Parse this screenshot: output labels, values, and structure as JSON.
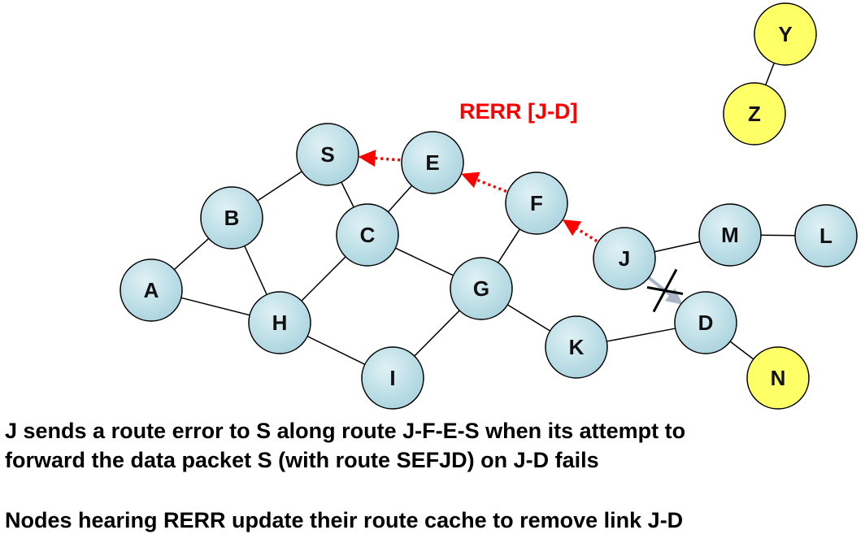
{
  "colors": {
    "node_fill": "#b8dde6",
    "node_stroke": "#000000",
    "special_fill": "#ffff66",
    "rerr": "#ff0000",
    "link": "#000000",
    "broken_link": "#a9b4c6"
  },
  "rerr_label": "RERR [J-D]",
  "nodes": [
    {
      "id": "S",
      "label": "S",
      "type": "regular"
    },
    {
      "id": "E",
      "label": "E",
      "type": "regular"
    },
    {
      "id": "B",
      "label": "B",
      "type": "regular"
    },
    {
      "id": "C",
      "label": "C",
      "type": "regular"
    },
    {
      "id": "F",
      "label": "F",
      "type": "regular"
    },
    {
      "id": "A",
      "label": "A",
      "type": "regular"
    },
    {
      "id": "H",
      "label": "H",
      "type": "regular"
    },
    {
      "id": "G",
      "label": "G",
      "type": "regular"
    },
    {
      "id": "I",
      "label": "I",
      "type": "regular"
    },
    {
      "id": "J",
      "label": "J",
      "type": "regular"
    },
    {
      "id": "M",
      "label": "M",
      "type": "regular"
    },
    {
      "id": "L",
      "label": "L",
      "type": "regular"
    },
    {
      "id": "K",
      "label": "K",
      "type": "regular"
    },
    {
      "id": "D",
      "label": "D",
      "type": "regular"
    },
    {
      "id": "N",
      "label": "N",
      "type": "special"
    },
    {
      "id": "Y",
      "label": "Y",
      "type": "special"
    },
    {
      "id": "Z",
      "label": "Z",
      "type": "special"
    }
  ],
  "links": [
    [
      "S",
      "B"
    ],
    [
      "S",
      "C"
    ],
    [
      "E",
      "C"
    ],
    [
      "B",
      "A"
    ],
    [
      "B",
      "H"
    ],
    [
      "C",
      "H"
    ],
    [
      "C",
      "G"
    ],
    [
      "A",
      "H"
    ],
    [
      "H",
      "I"
    ],
    [
      "I",
      "G"
    ],
    [
      "G",
      "F"
    ],
    [
      "G",
      "K"
    ],
    [
      "K",
      "D"
    ],
    [
      "J",
      "M"
    ],
    [
      "M",
      "L"
    ],
    [
      "D",
      "N"
    ],
    [
      "Y",
      "Z"
    ]
  ],
  "broken_link": [
    "J",
    "D"
  ],
  "rerr_path": [
    [
      "J",
      "F"
    ],
    [
      "F",
      "E"
    ],
    [
      "E",
      "S"
    ]
  ],
  "caption_lines": [
    "J sends a route error to S along route J-F-E-S when its attempt to",
    "forward the data packet S (with route SEFJD) on J-D fails"
  ],
  "note": "Nodes hearing RERR update their route cache to remove link J-D"
}
